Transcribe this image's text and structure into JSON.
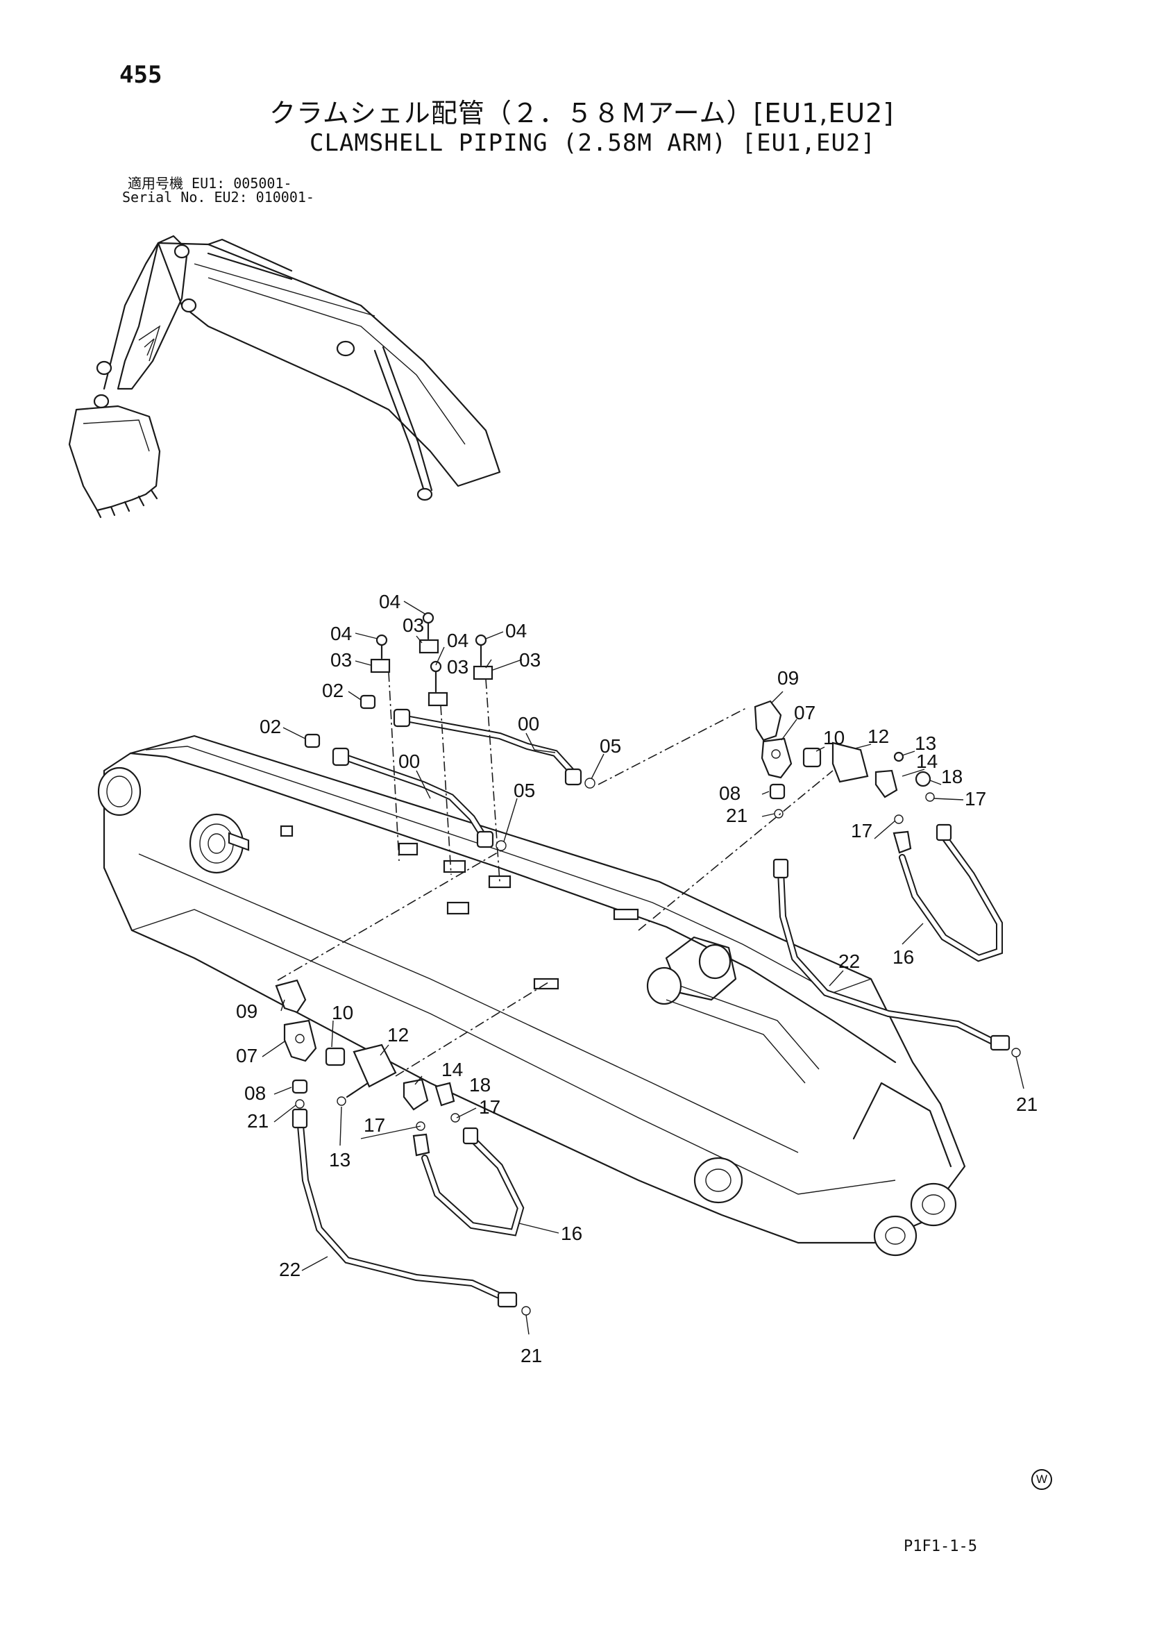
{
  "page_number": "455",
  "title_jp": "クラムシェル配管（２．５８Ｍアーム）[EU1,EU2]",
  "title_en": "CLAMSHELL PIPING (2.58M ARM) [EU1,EU2]",
  "serial": {
    "line1": "適用号機 EU1: 005001-",
    "line2": "Serial No. EU2: 010001-"
  },
  "callouts": {
    "c04a": "04",
    "c04b": "04",
    "c04c": "04",
    "c04d": "04",
    "c03a": "03",
    "c03b": "03",
    "c03c": "03",
    "c03d": "03",
    "c02a": "02",
    "c02b": "02",
    "c00a": "00",
    "c00b": "00",
    "c05a": "05",
    "c05b": "05",
    "c09a": "09",
    "c07a": "07",
    "c10a": "10",
    "c12a": "12",
    "c13a": "13",
    "c14a": "14",
    "c18a": "18",
    "c17a": "17",
    "c17b": "17",
    "c08a": "08",
    "c21a": "21",
    "c22a": "22",
    "c16a": "16",
    "c21b": "21",
    "c09b": "09",
    "c07b": "07",
    "c10b": "10",
    "c12b": "12",
    "c14b": "14",
    "c18b": "18",
    "c08b": "08",
    "c21c": "21",
    "c17c": "17",
    "c17d": "17",
    "c13b": "13",
    "c16b": "16",
    "c22b": "22",
    "c21d": "21"
  },
  "footer_code": "P1F1-1-5",
  "footer_mark": "W"
}
